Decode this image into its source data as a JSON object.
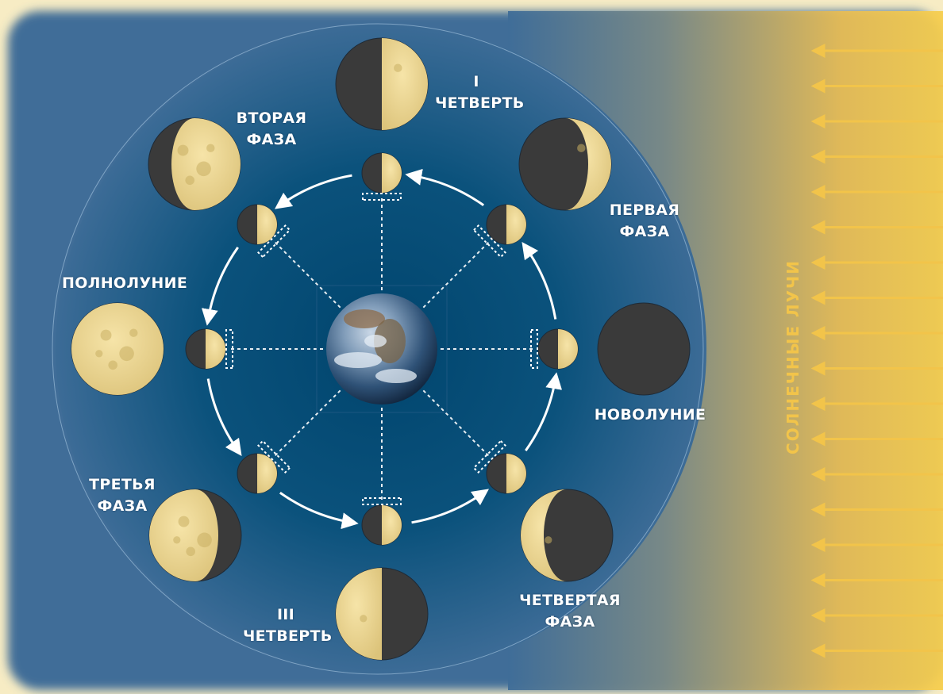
{
  "colors": {
    "background_outer": "#f7ecc4",
    "panel_blue": "#3f6d98",
    "panel_center": "#00456e",
    "sunlight": "#f2c44a",
    "moon_light": "#f2dc96",
    "moon_dark": "#3a3a3a",
    "arrow_white": "#ffffff"
  },
  "labels": {
    "first_quarter_numeral": "I",
    "first_quarter": "ЧЕТВЕРТЬ",
    "second_phase_line1": "ВТОРАЯ",
    "second_phase_line2": "ФАЗА",
    "first_phase_line1": "ПЕРВАЯ",
    "first_phase_line2": "ФАЗА",
    "full_moon": "ПОЛНОЛУНИЕ",
    "new_moon": "НОВОЛУНИЕ",
    "third_phase_line1": "ТРЕТЬЯ",
    "third_phase_line2": "ФАЗА",
    "third_quarter_numeral": "III",
    "third_quarter": "ЧЕТВЕРТЬ",
    "fourth_phase_line1": "ЧЕТВЕРТАЯ",
    "fourth_phase_line2": "ФАЗА",
    "sun_rays": "СОЛНЕЧНЫЕ ЛУЧИ"
  },
  "phases": [
    {
      "id": "new-moon",
      "lit": 0,
      "lit_side": "right"
    },
    {
      "id": "first-phase",
      "lit": 0.25,
      "lit_side": "right"
    },
    {
      "id": "first-quarter",
      "lit": 0.5,
      "lit_side": "right"
    },
    {
      "id": "second-phase",
      "lit": 0.75,
      "lit_side": "right"
    },
    {
      "id": "full-moon",
      "lit": 1,
      "lit_side": "right"
    },
    {
      "id": "third-phase",
      "lit": 0.75,
      "lit_side": "left"
    },
    {
      "id": "third-quarter",
      "lit": 0.5,
      "lit_side": "left"
    },
    {
      "id": "fourth-phase",
      "lit": 0.25,
      "lit_side": "left"
    }
  ],
  "orbit_positions": [
    "new-moon",
    "first-phase",
    "first-quarter",
    "second-phase",
    "full-moon",
    "third-phase",
    "third-quarter",
    "fourth-phase"
  ],
  "sun_ray_count": 18
}
